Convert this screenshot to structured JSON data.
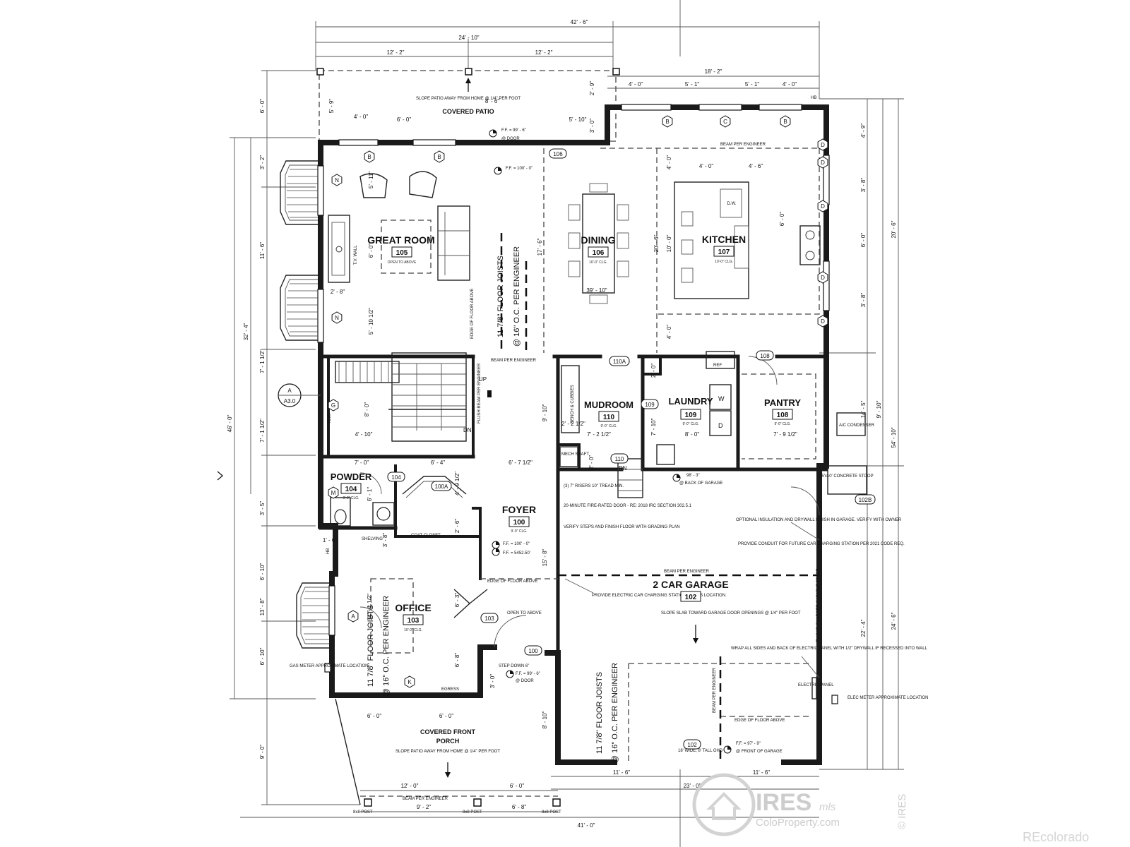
{
  "rooms": {
    "great_room": {
      "name": "GREAT ROOM",
      "number": "105",
      "ceiling": "OPEN TO ABOVE"
    },
    "dining": {
      "name": "DINING",
      "number": "106",
      "ceiling": "10'-0\" CLG."
    },
    "kitchen": {
      "name": "KITCHEN",
      "number": "107",
      "ceiling": "10'-0\" CLG."
    },
    "mudroom": {
      "name": "MUDROOM",
      "number": "110",
      "ceiling": "9'-0\" CLG."
    },
    "laundry": {
      "name": "LAUNDRY",
      "number": "109",
      "ceiling": "9'-0\" CLG."
    },
    "pantry": {
      "name": "PANTRY",
      "number": "108",
      "ceiling": "9'-0\" CLG."
    },
    "powder": {
      "name": "POWDER",
      "number": "104",
      "ceiling": "9'-0\" CLG."
    },
    "foyer": {
      "name": "FOYER",
      "number": "100",
      "ceiling": "9'-0\" CLG."
    },
    "office": {
      "name": "OFFICE",
      "number": "103",
      "ceiling": "10'-0\" CLG."
    },
    "garage": {
      "name": "2 CAR GARAGE",
      "number": "102"
    }
  },
  "labels": {
    "covered_patio": "COVERED PATIO",
    "patio_slope": "SLOPE PATIO AWAY FROM HOME @ 1/4\" PER FOOT",
    "covered_front_porch_1": "COVERED FRONT",
    "covered_front_porch_2": "PORCH",
    "porch_slope": "SLOPE PATIO AWAY FROM HOME @ 1/4\" PER FOOT",
    "floor_joists": "11 7/8\" FLOOR JOISTS",
    "joist_spacing": "@ 16\" O.C. PER ENGINEER",
    "beam_per_engineer": "BEAM PER ENGINEER",
    "edge_of_floor_above": "EDGE OF FLOOR ABOVE",
    "open_to_above": "OPEN TO ABOVE",
    "ff_door_top": "F.F. = 99' - 6\"",
    "at_door": "@ DOOR",
    "ff_great_room": "F.F. = 100' - 0\"",
    "ff_foyer_1": "F.F. = 100' - 0\"",
    "ff_foyer_2": "F.F. = 5452.50'",
    "ff_front_door": "F.F. = 99' - 6\"",
    "ff_back_garage": "98' - 3\"",
    "at_back_of_garage": "@ BACK OF GARAGE",
    "ff_front_garage": "F.F. = 97' - 9\"",
    "at_front_of_garage": "@ FRONT OF GARAGE",
    "step_down": "STEP DOWN 6\"",
    "tv_wall": "T.V. WALL",
    "ref": "REF",
    "dw": "D.W.",
    "coat_closet": "COAT CLOSET",
    "shelving": "SHELVING",
    "mech_shaft": "MECH SHAFT",
    "bench": "BENCH & CUBBIES",
    "up": "UP",
    "dn": "DN",
    "dn2": "DN",
    "egress": "EGRESS",
    "risers": "(3) 7\" RISERS 10\" TREAD MIN.",
    "fire_door": "20-MINUTE FIRE-RATED DOOR - RE: 2018 IRC SECTION 302.5.1",
    "verify_steps": "VERIFY STEPS AND FINISH FLOOR WITH GRADING PLAN",
    "optional_insulation": "OPTIONAL INSULATION AND DRYWALL FINISH IN GARAGE. VERIFY WITH OWNER",
    "conduit": "PROVIDE CONDUIT FOR FUTURE CAR CHARGING STATION PER 2021 CODE REQ.",
    "ev_station": "PROVIDE ELECTRIC CAR CHARGING STATION AT THIS LOCATION.",
    "garage_slope": "SLOPE SLAB TOWARD GARAGE DOOR OPENINGS @ 1/4\" PER FOOT",
    "wrap_panel": "WRAP ALL SIDES AND BACK OF ELECTRIC PANEL WITH 1/2\" DRYWALL IF RECESSED INTO WALL",
    "electric_panel": "ELECTRIC PANEL",
    "ev_charger": "EV CAR CHARGER CAPABLE SPACE",
    "garage_door": "18' WIDE, 8' TALL OHD",
    "elec_meter": "ELEC METER APPROXIMATE LOCATION",
    "gas_meter": "GAS METER APPROXIMATE LOCATION",
    "ac": "A/C CONDENSER",
    "stoop": "5'x10' CONCRETE STOOP",
    "flush_beam": "FLUSH BEAM PER ENGINEER",
    "temp": "TEMP",
    "post": "8x8 POST",
    "section_mark_letter": "A",
    "section_mark_sheet": "A3.0",
    "hb": "HB"
  },
  "tags": [
    "106",
    "110A",
    "108",
    "109",
    "110",
    "104",
    "100A",
    "103",
    "100",
    "102B",
    "102"
  ],
  "dimensions": {
    "top_overall": "42' - 6\"",
    "top_24_10": "24' - 10\"",
    "top_12_2a": "12' - 2\"",
    "top_12_2b": "12' - 2\"",
    "top_18_2": "18' - 2\"",
    "top_4_0a": "4' - 0\"",
    "top_5_1a": "5' - 1\"",
    "top_5_1b": "5' - 1\"",
    "top_4_0b": "4' - 0\"",
    "left_6_0": "6' - 0\"",
    "left_3_2": "3' - 2\"",
    "left_11_6": "11' - 6\"",
    "left_7_1a": "7' - 1 1/2\"",
    "left_7_1b": "7' - 1 1/2\"",
    "left_3_5": "3' - 5\"",
    "left_6_10a": "6' - 10\"",
    "left_6_10b": "6' - 10\"",
    "left_32_4": "32' - 4\"",
    "left_46_0": "46' - 0\"",
    "left_13_8": "13' - 8\"",
    "left_9_0": "9' - 0\"",
    "right_4_9": "4' - 9\"",
    "right_3_8a": "3' - 8\"",
    "right_6_0": "6' - 0\"",
    "right_3_8b": "3' - 8\"",
    "right_20_6": "20' - 6\"",
    "right_14_5": "14' - 5\"",
    "right_9_10": "9' - 10\"",
    "right_54_10": "54' - 10\"",
    "right_22_4": "22' - 4\"",
    "right_24_6": "24' - 6\"",
    "bot_12_0": "12' - 0\"",
    "bot_6_0": "6' - 0\"",
    "bot_11_6a": "11' - 6\"",
    "bot_11_6b": "11' - 6\"",
    "bot_23_0": "23' - 0\"",
    "bot_9_2": "9' - 2\"",
    "bot_6_8": "6' - 8\"",
    "bot_41_0": "41' - 0\"",
    "in_4_0": "4' - 0\"",
    "in_6_0": "6' - 0\"",
    "in_8_6": "8' - 6\"",
    "in_5_10": "5' - 10\"",
    "in_5_9": "5' - 9\"",
    "in_3_0": "3' - 0\"",
    "in_2_9": "2' - 9\"",
    "in_17_6": "17' - 6\"",
    "in_39_10": "39' - 10\"",
    "in_4_0k": "4' - 0\"",
    "in_4_6k": "4' - 6\"",
    "in_20_6": "20' - 6\"",
    "in_10_0": "10' - 0\"",
    "in_6_0k": "6' - 0\"",
    "in_2_8": "2' - 8\"",
    "in_5_10h": "5' - 10 1/2\"",
    "in_5_11": "5' - 11\"",
    "in_8_0": "8' - 0\"",
    "in_4_10": "4' - 10\"",
    "in_9_10": "9' - 10\"",
    "in_7_0": "7' - 0\"",
    "in_6_4": "6' - 4\"",
    "in_6_7": "6' - 7 1/2\"",
    "in_6_1": "6' - 1\"",
    "in_4_9": "4' - 9 1/2\"",
    "in_2_6": "2' - 6\"",
    "in_1_6": "1' - 6\"",
    "in_3_8": "3' - 8\"",
    "in_14_1": "14' - 1 1/2\"",
    "in_6_3": "6' - 3\"",
    "in_6_8": "6' - 8\"",
    "in_15_8": "15' - 8\"",
    "in_8_10": "8' - 10\"",
    "in_3_0f": "3' - 0\"",
    "in_6_0o1": "6' - 0\"",
    "in_6_0o2": "6' - 0\"",
    "in_2_2": "2' - 2 1/2\"",
    "in_7_2": "7' - 2 1/2\"",
    "in_2_0m": "2' - 0\"",
    "in_7_10": "7' - 10\"",
    "in_8_0l": "8' - 0\"",
    "in_2_0l": "2' - 0\"",
    "in_7_9": "7' - 9 1/2\""
  },
  "window_tags": [
    "B",
    "B",
    "B",
    "C",
    "B",
    "N",
    "N",
    "D",
    "D",
    "D",
    "D",
    "D",
    "G",
    "M",
    "A",
    "K"
  ],
  "watermark": {
    "brand": "IRES",
    "mls": "mls",
    "site": "ColoProperty.com",
    "circle": "© IRES",
    "corner": "REcolorado"
  }
}
